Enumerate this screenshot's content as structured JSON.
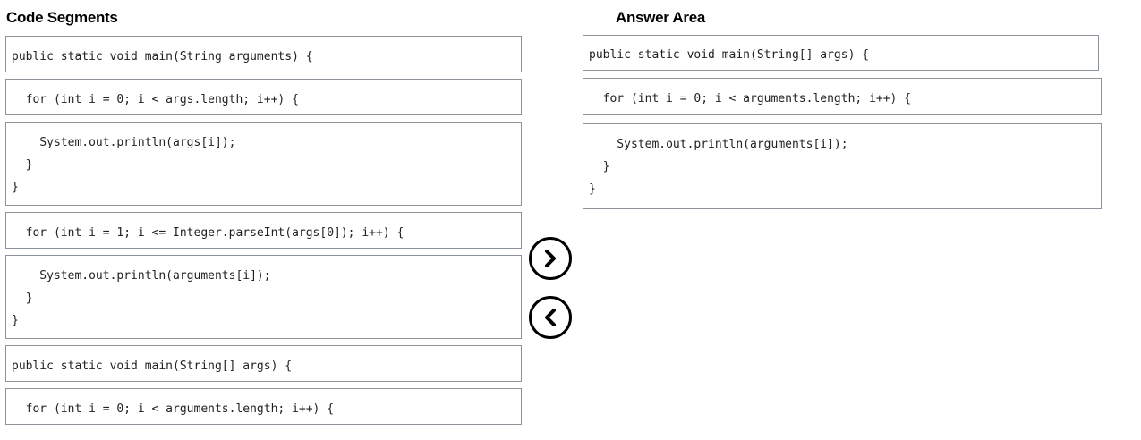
{
  "headings": {
    "code_segments": "Code Segments",
    "answer_area": "Answer Area"
  },
  "segments": [
    "public static void main(String arguments) {",
    "  for (int i = 0; i < args.length; i++) {",
    "    System.out.println(args[i]);\n  }\n}",
    "  for (int i = 1; i <= Integer.parseInt(args[0]); i++) {",
    "    System.out.println(arguments[i]);\n  }\n}",
    "public static void main(String[] args) {",
    "  for (int i = 0; i < arguments.length; i++) {"
  ],
  "answers": [
    "public static void main(String[] args) {",
    "  for (int i = 0; i < arguments.length; i++) {",
    "    System.out.println(arguments[i]);\n  }\n}"
  ],
  "controls": {
    "move_right_icon": "chevron-right-icon",
    "move_left_icon": "chevron-left-icon"
  },
  "colors": {
    "box_border": "#8c939a",
    "text": "#222222",
    "button_border": "#000000"
  }
}
